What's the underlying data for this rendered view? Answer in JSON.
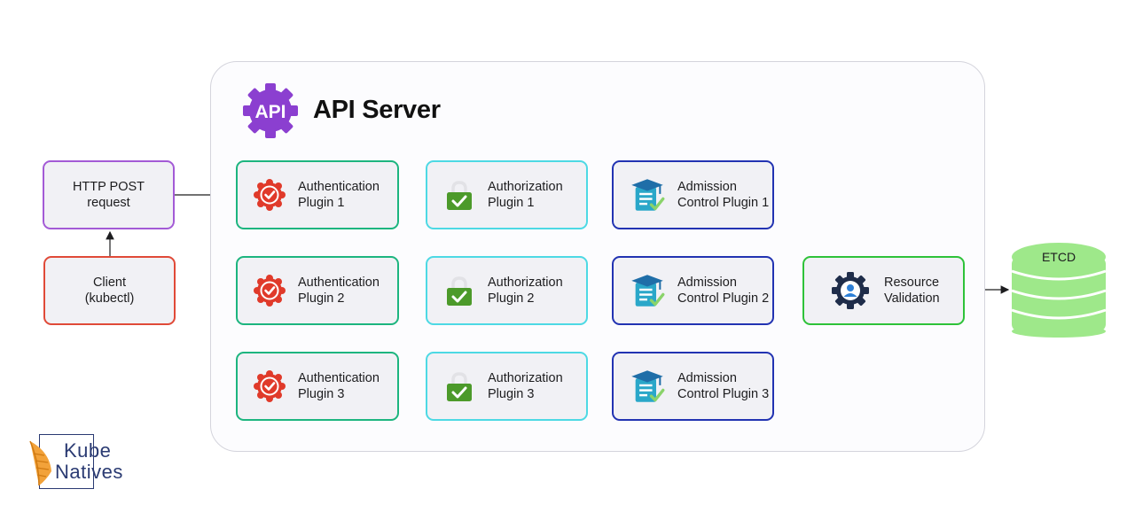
{
  "title": "API Server",
  "api_badge": "API",
  "client": "Client\n(kubectl)",
  "http_request": "HTTP POST\nrequest",
  "authentication": [
    "Authentication\nPlugin 1",
    "Authentication\nPlugin 2",
    "Authentication\nPlugin 3"
  ],
  "authorization": [
    "Authorization\nPlugin 1",
    "Authorization\nPlugin 2",
    "Authorization\nPlugin 3"
  ],
  "admission": [
    "Admission\nControl Plugin 1",
    "Admission\nControl Plugin 2",
    "Admission\nControl Plugin 3"
  ],
  "resource_validation": "Resource\nValidation",
  "etcd": "ETCD",
  "logo": {
    "line1": "Kube",
    "line2": "Natives"
  },
  "colors": {
    "authentication": "#1db57f",
    "authorization": "#4dd9e4",
    "admission": "#2233b2",
    "resource": "#2ec239",
    "http": "#a35ad6",
    "client": "#e04a38",
    "api_badge": "#8b3fd0",
    "etcd": "#9ee88a"
  }
}
